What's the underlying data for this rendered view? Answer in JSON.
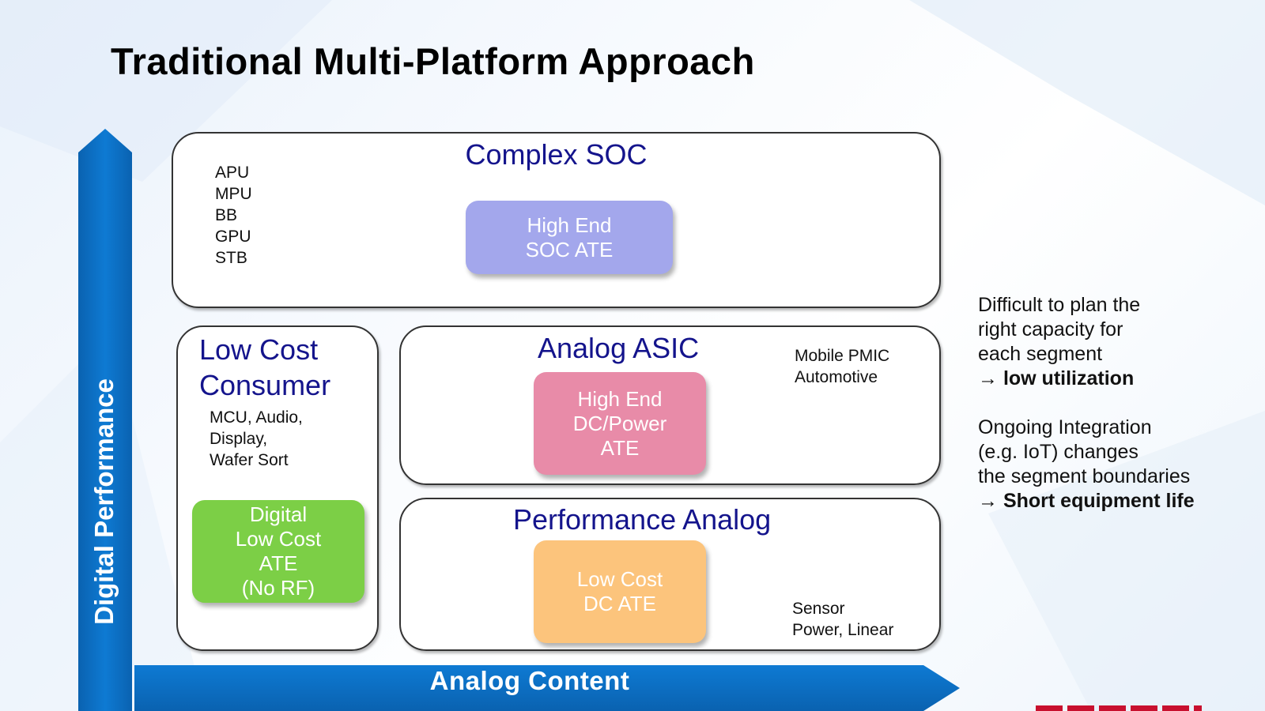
{
  "title": "Traditional Multi-Platform Approach",
  "axes": {
    "vertical": "Digital Performance",
    "horizontal": "Analog Content"
  },
  "colors": {
    "arrow_blue": "#0b6fc2",
    "title_blue": "#14148c",
    "soc_box": "#a3a7ec",
    "dc_power_box": "#e88ba8",
    "digital_box": "#7ccf46",
    "dc_box": "#fcc47c",
    "logo_red": "#c8102e"
  },
  "panels": {
    "complex_soc": {
      "title": "Complex SOC",
      "items": [
        "APU",
        "MPU",
        "BB",
        "GPU",
        "STB"
      ],
      "ate_lines": [
        "High End",
        "SOC ATE"
      ]
    },
    "low_cost_consumer": {
      "title_lines": [
        "Low Cost",
        "Consumer"
      ],
      "items": [
        "MCU, Audio,",
        "Display,",
        "Wafer Sort"
      ],
      "ate_lines": [
        "Digital",
        "Low Cost",
        "ATE",
        "(No RF)"
      ]
    },
    "analog_asic": {
      "title": "Analog ASIC",
      "items": [
        "Mobile PMIC",
        "Automotive"
      ],
      "ate_lines": [
        "High End",
        "DC/Power",
        "ATE"
      ]
    },
    "performance_analog": {
      "title": "Performance Analog",
      "items": [
        "Sensor",
        "Power, Linear"
      ],
      "ate_lines": [
        "Low Cost",
        "DC ATE"
      ]
    }
  },
  "notes": [
    {
      "lines": [
        "Difficult to plan the",
        "right capacity for",
        "each segment"
      ],
      "conclusion": "low utilization"
    },
    {
      "lines": [
        "Ongoing Integration",
        "(e.g. IoT) changes",
        "the segment boundaries"
      ],
      "conclusion": "Short equipment life"
    }
  ],
  "arrow_glyph": "→"
}
